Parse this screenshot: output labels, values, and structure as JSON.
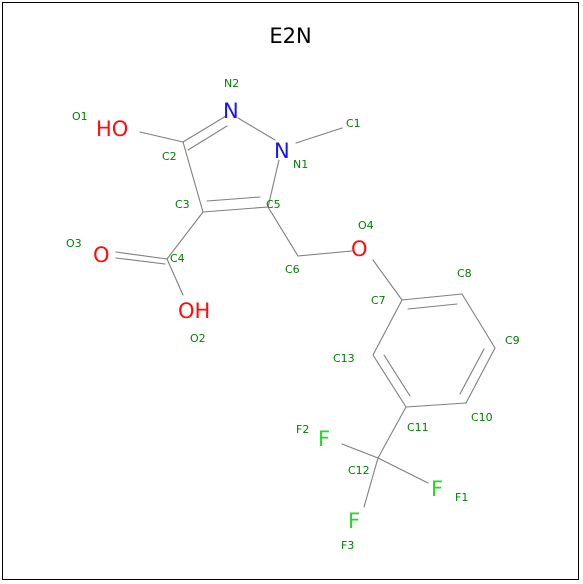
{
  "title": "E2N",
  "colors": {
    "oxygen": "#ff0d0d",
    "nitrogen": "#1414ff",
    "fluorine": "#2ad22a",
    "index_label": "#008000",
    "bond": "#7f7f7f"
  },
  "atoms": {
    "O1": {
      "symbol": "HO",
      "index": "O1"
    },
    "N2": {
      "symbol": "N",
      "index": "N2"
    },
    "N1": {
      "symbol": "N",
      "index": "N1"
    },
    "C1": {
      "index": "C1"
    },
    "C2": {
      "index": "C2"
    },
    "C3": {
      "index": "C3"
    },
    "C4": {
      "index": "C4"
    },
    "C5": {
      "index": "C5"
    },
    "O3": {
      "symbol": "O",
      "index": "O3"
    },
    "O2": {
      "symbol": "OH",
      "index": "O2"
    },
    "C6": {
      "index": "C6"
    },
    "O4": {
      "symbol": "O",
      "index": "O4"
    },
    "C7": {
      "index": "C7"
    },
    "C8": {
      "index": "C8"
    },
    "C9": {
      "index": "C9"
    },
    "C10": {
      "index": "C10"
    },
    "C11": {
      "index": "C11"
    },
    "C13": {
      "index": "C13"
    },
    "C12": {
      "index": "C12"
    },
    "F1": {
      "symbol": "F",
      "index": "F1"
    },
    "F2": {
      "symbol": "F",
      "index": "F2"
    },
    "F3": {
      "symbol": "F",
      "index": "F3"
    }
  }
}
